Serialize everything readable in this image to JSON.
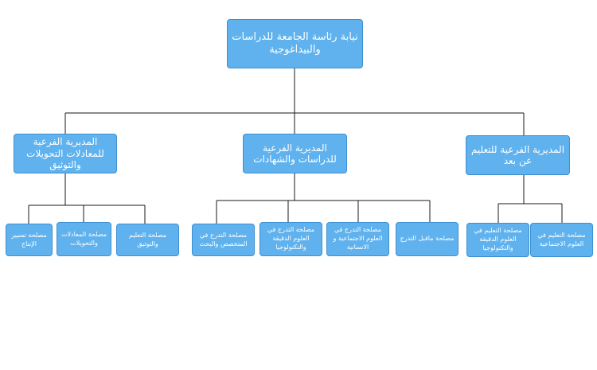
{
  "colors": {
    "box_fill": "#5fb2ee",
    "box_border": "#3d8fd0",
    "connector": "#1a1a1a",
    "text": "#ffffff"
  },
  "root": {
    "label": "نيابة رئاسة الجامعة للدراسات والبيداغوجية"
  },
  "directorates": [
    {
      "label": "المديرية الفرعية للتعليم عن بعد",
      "services": [
        {
          "label": "مصلحة التعليم في العلوم الاجتماعية"
        },
        {
          "label": "مصلحة التعليم في العلوم الدقيقة والتكنولوجيا"
        }
      ]
    },
    {
      "label": "المديرية الفرعية للدراسات والشهادات",
      "services": [
        {
          "label": "مصلحة ماقبل التدرج"
        },
        {
          "label": "مصلحة التدرج في العلوم الاجتماعية و الانسانية"
        },
        {
          "label": "مصلحة التدرج في العلوم الدقيقة والتكنولوجيا"
        },
        {
          "label": "مصلحة التدرج في المتخصص والبحث"
        }
      ]
    },
    {
      "label": "المديرية الفرعية للمعادلات التحويلات والتوثيق",
      "services": [
        {
          "label": "مصلحة التعليم والتوثيق"
        },
        {
          "label": "مصلحة المعادلات والتحويلات"
        },
        {
          "label": "مصلحة تسيير الإنتاج"
        }
      ]
    }
  ]
}
